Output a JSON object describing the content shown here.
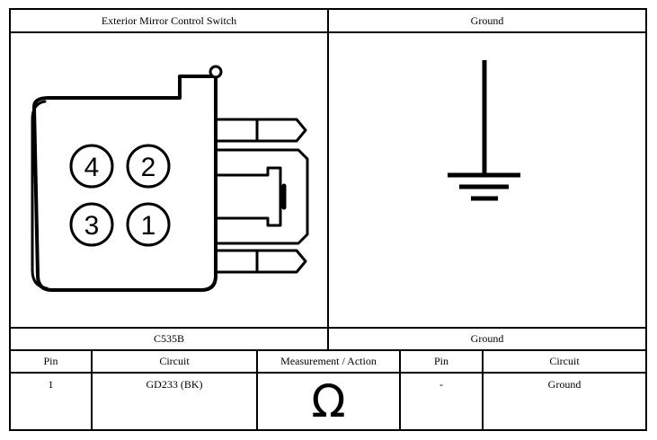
{
  "header": {
    "left_title": "Exterior Mirror Control Switch",
    "right_title": "Ground"
  },
  "footer_labels": {
    "left": "C535B",
    "right": "Ground"
  },
  "connector": {
    "pins": [
      "4",
      "2",
      "3",
      "1"
    ]
  },
  "table": {
    "headers": {
      "pin_a": "Pin",
      "circuit_a": "Circuit",
      "measurement": "Measurement / Action",
      "pin_b": "Pin",
      "circuit_b": "Circuit"
    },
    "row": {
      "pin_a": "1",
      "circuit_a": "GD233 (BK)",
      "measurement_symbol": "Ω",
      "pin_b": "-",
      "circuit_b": "Ground"
    }
  }
}
